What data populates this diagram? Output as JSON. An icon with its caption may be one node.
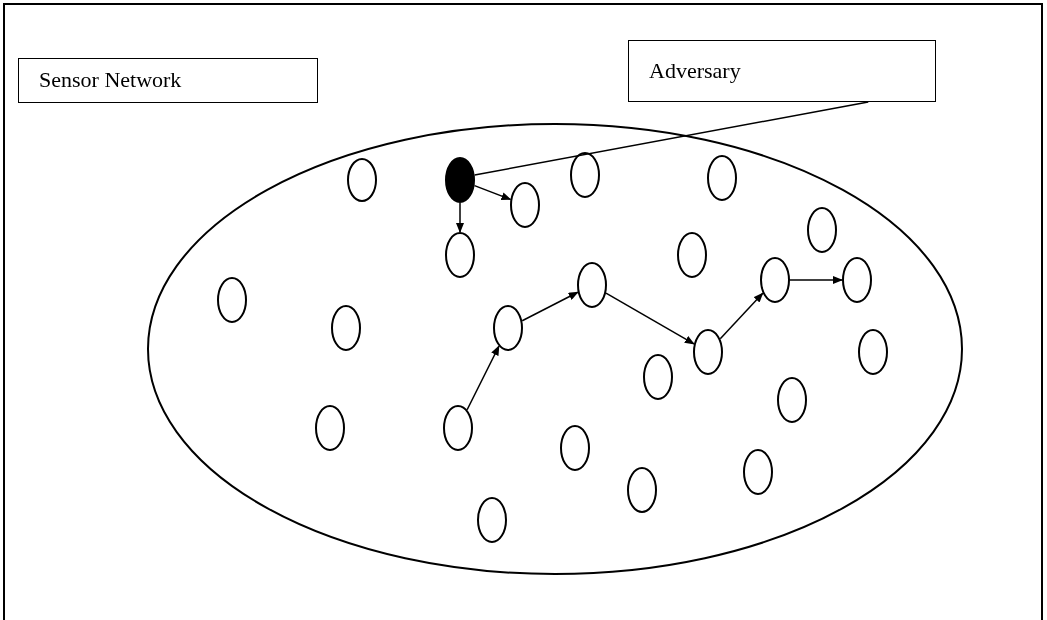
{
  "diagram": {
    "nodes": [
      {
        "text": [
          "Sensor Network"
        ]
      },
      {
        "text": [
          "Adversary"
        ]
      },
      {
        "text": [],
        "shape": "ellipse"
      },
      {
        "text": [],
        "shape": "ellipse",
        "in": 2
      },
      {
        "text": [],
        "shape": "dot",
        "in": 2
      },
      {
        "text": [],
        "shape": "ellipse",
        "in": 2
      },
      {
        "text": [],
        "shape": "ellipse",
        "in": 2
      },
      {
        "text": [],
        "shape": "ellipse",
        "in": 2
      },
      {
        "text": [],
        "shape": "ellipse",
        "in": 2
      },
      {
        "text": [],
        "shape": "ellipse",
        "in": 2
      },
      {
        "text": [],
        "shape": "ellipse",
        "in": 2
      },
      {
        "text": [],
        "shape": "ellipse",
        "in": 2
      },
      {
        "text": [],
        "shape": "ellipse",
        "in": 2
      },
      {
        "text": [],
        "shape": "ellipse",
        "in": 2
      },
      {
        "text": [],
        "shape": "ellipse",
        "in": 2
      },
      {
        "text": [],
        "shape": "ellipse",
        "in": 2
      },
      {
        "text": [],
        "shape": "ellipse",
        "in": 2
      },
      {
        "text": [],
        "shape": "ellipse",
        "in": 2
      },
      {
        "text": [],
        "shape": "ellipse",
        "in": 2
      },
      {
        "text": [],
        "shape": "ellipse",
        "in": 2
      },
      {
        "text": [],
        "shape": "ellipse",
        "in": 2
      },
      {
        "text": [],
        "shape": "ellipse",
        "in": 2
      },
      {
        "text": [],
        "shape": "ellipse",
        "in": 2
      },
      {
        "text": [],
        "shape": "ellipse",
        "in": 2
      },
      {
        "text": [],
        "shape": "ellipse",
        "in": 2
      },
      {
        "text": [],
        "shape": "ellipse",
        "in": 2
      },
      {
        "text": [],
        "shape": "ellipse",
        "in": 2
      }
    ],
    "edges": [
      {
        "from": 1,
        "to": 4,
        "arrow": "none"
      },
      {
        "from": 4,
        "to": 5,
        "arrow": "to"
      },
      {
        "from": 4,
        "to": 9,
        "arrow": "to"
      },
      {
        "from": 21,
        "to": 16,
        "arrow": "to"
      },
      {
        "from": 16,
        "to": 12,
        "arrow": "to"
      },
      {
        "from": 12,
        "to": 19,
        "arrow": "to"
      },
      {
        "from": 19,
        "to": 13,
        "arrow": "to"
      },
      {
        "from": 13,
        "to": 14,
        "arrow": "to"
      }
    ]
  }
}
